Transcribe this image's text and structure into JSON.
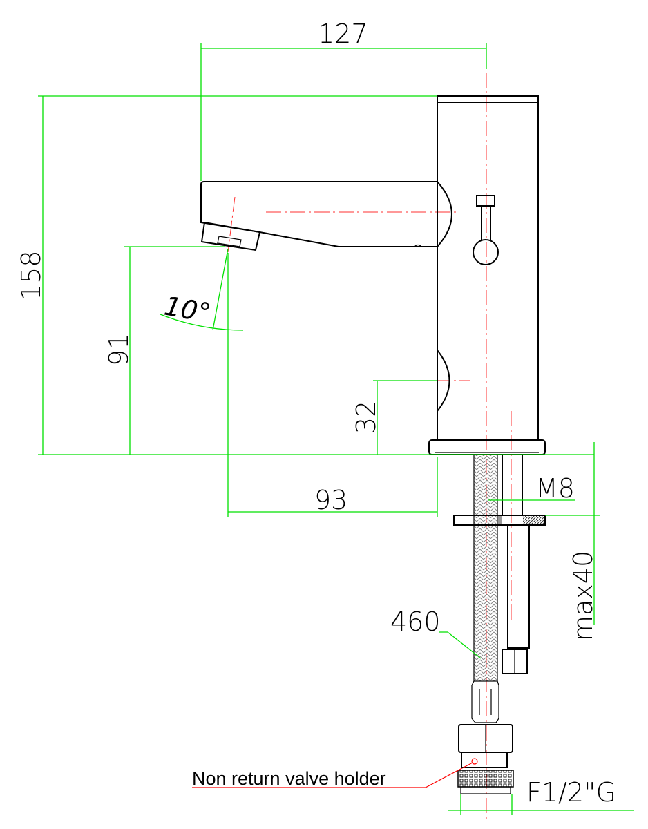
{
  "dimensions": {
    "width_overall": "127",
    "height_overall": "158",
    "spout_height": "91",
    "spout_angle": "10°",
    "sensor_height": "32",
    "spout_reach": "93",
    "thread": "M8",
    "max_thickness": "max40",
    "hose_length": "460",
    "connection": "F1/2\"G"
  },
  "annotation": {
    "label": "Non return valve holder"
  },
  "colors": {
    "dimension": "#00e000",
    "centerline": "#ff3030",
    "outline": "#000000"
  }
}
